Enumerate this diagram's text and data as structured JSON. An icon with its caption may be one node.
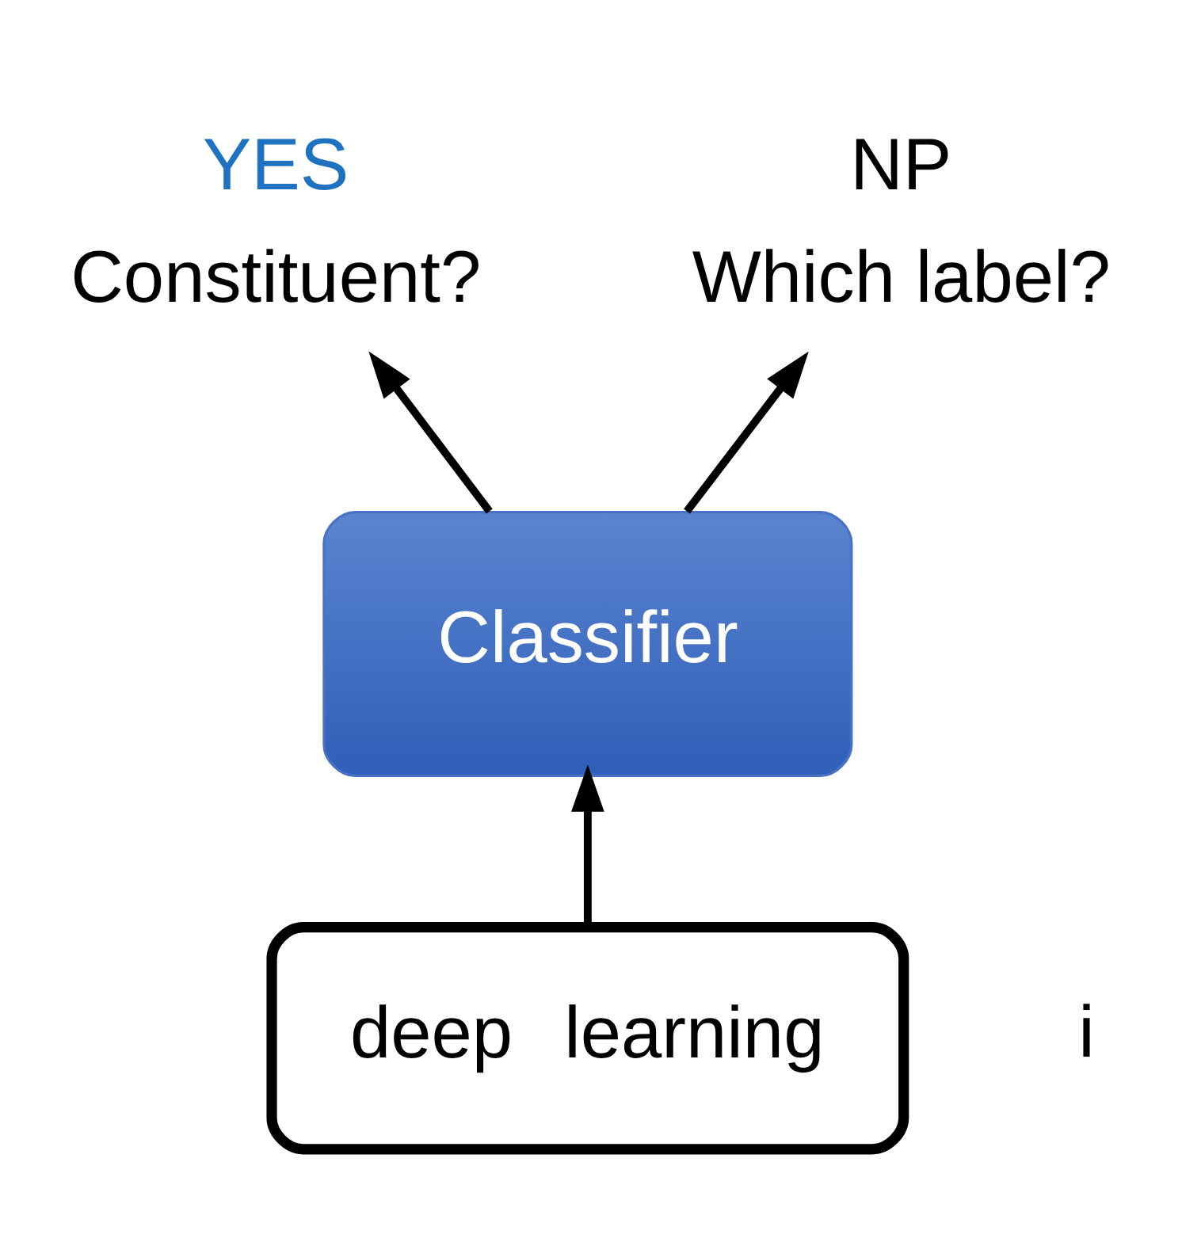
{
  "diagram": {
    "nodes": [
      {
        "text": [
          "Constituent?"
        ],
        "beside": [
          "YES"
        ]
      },
      {
        "text": [
          "Which label?"
        ],
        "beside": [
          "NP"
        ]
      },
      {
        "text": [
          "Classifier"
        ]
      },
      {
        "text": [
          "deep",
          "learning"
        ]
      }
    ],
    "edges": [
      {
        "from": 2,
        "to": 0,
        "arrow": "to"
      },
      {
        "from": 2,
        "to": 1,
        "arrow": "to"
      },
      {
        "from": 3,
        "to": 2,
        "arrow": "to"
      }
    ],
    "labels": [
      "i"
    ]
  }
}
